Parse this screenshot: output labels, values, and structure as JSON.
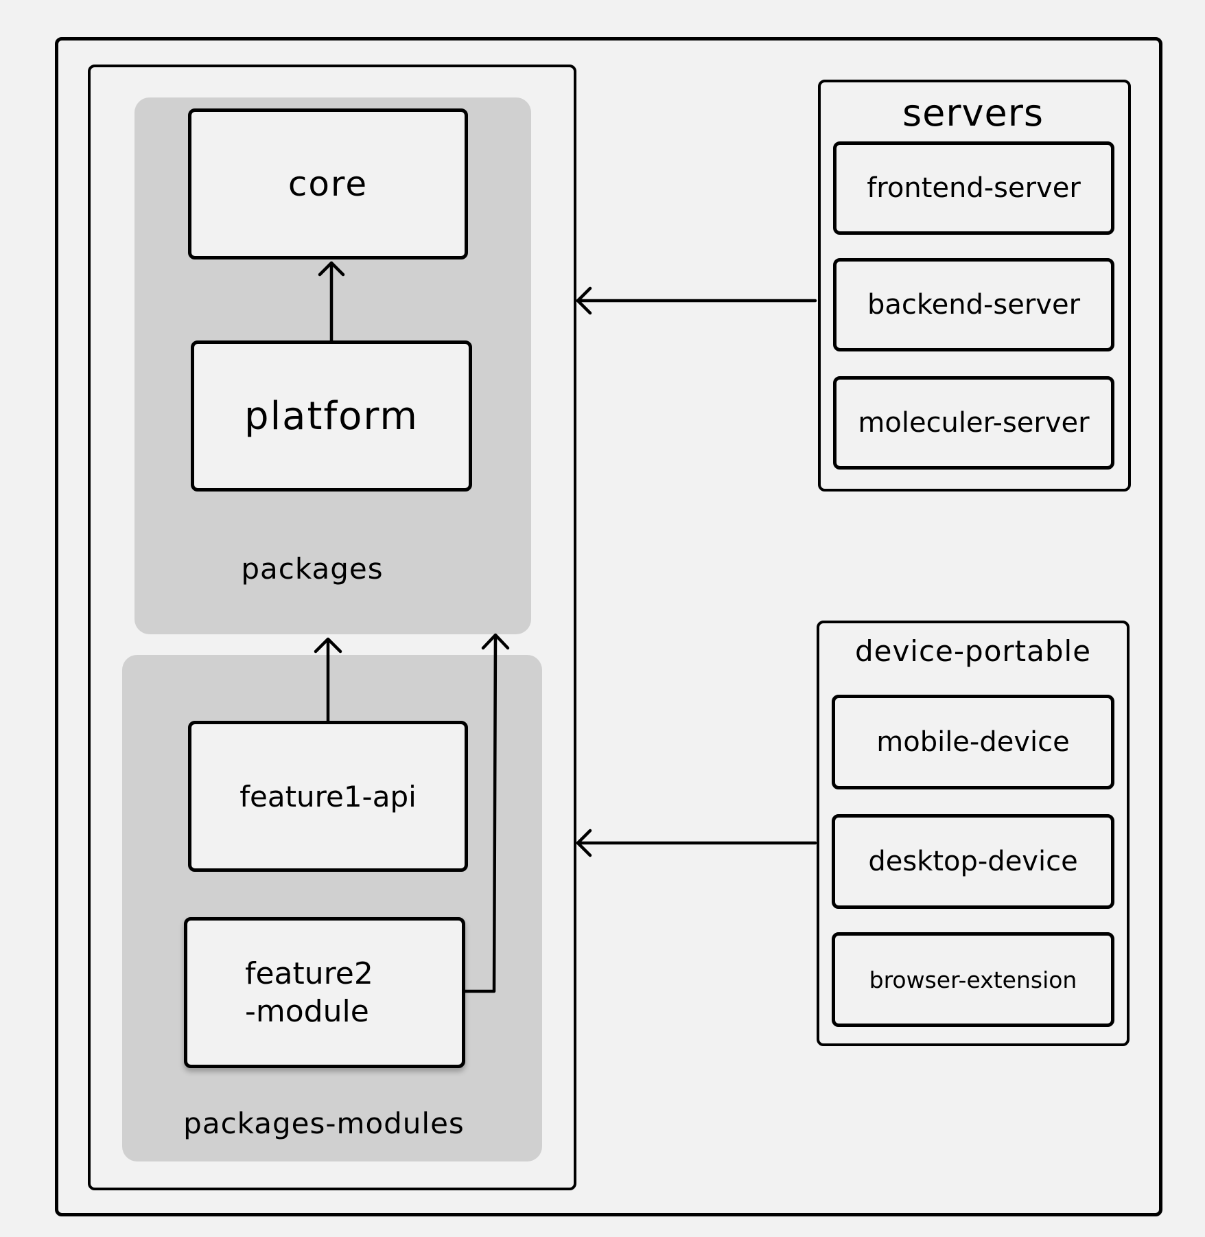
{
  "packages": {
    "label": "packages",
    "nodes": {
      "core": "core",
      "platform": "platform"
    }
  },
  "packages_modules": {
    "label": "packages-modules",
    "nodes": {
      "feature1_api": "feature1-api",
      "feature2_module": "feature2\n-module"
    }
  },
  "servers": {
    "label": "servers",
    "nodes": [
      "frontend-server",
      "backend-server",
      "moleculer-server"
    ]
  },
  "device_portable": {
    "label": "device-portable",
    "nodes": [
      "mobile-device",
      "desktop-device",
      "browser-extension"
    ]
  },
  "edges": [
    {
      "from": "platform",
      "to": "core"
    },
    {
      "from": "feature1-api",
      "to": "packages"
    },
    {
      "from": "feature2-module",
      "to": "packages"
    },
    {
      "from": "servers",
      "to": "app-frame"
    },
    {
      "from": "device-portable",
      "to": "app-frame"
    }
  ]
}
